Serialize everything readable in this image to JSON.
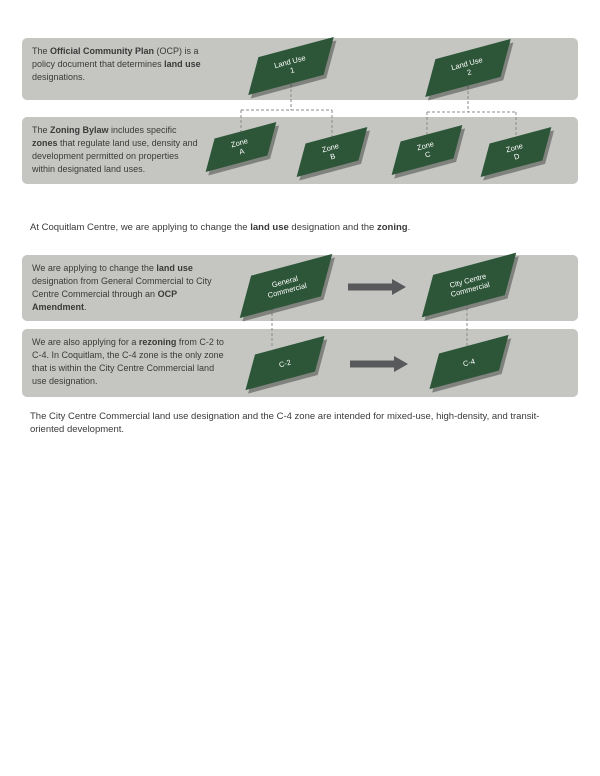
{
  "colors": {
    "band_gray": "#c5c6c2",
    "diamond_green": "#2d5639",
    "diamond_text": "#ffffff",
    "arrow_gray": "#58595b",
    "connector_gray": "#8a8a8a",
    "body_text": "#3a3a3a"
  },
  "band1": {
    "segments": [
      "The ",
      "Official Community Plan",
      " (OCP) is a policy document that determines ",
      "land use",
      " designations."
    ]
  },
  "band2": {
    "segments": [
      "The ",
      "Zoning Bylaw",
      " includes specific ",
      "zones",
      " that regulate land use, density and development permitted on properties within designated land uses."
    ]
  },
  "intro": {
    "segments": [
      "At Coquitlam Centre, we are applying to change the ",
      "land use",
      " designation and the ",
      "zoning",
      "."
    ]
  },
  "band3": {
    "segments": [
      "We are applying to change the ",
      "land use",
      " designation from General Commercial to City Centre Commercial through an ",
      "OCP Amendment",
      "."
    ]
  },
  "band4": {
    "segments": [
      "We are also applying for a ",
      "rezoning",
      " from C-2 to C-4. In Coquitlam, the C-4 zone is the only zone that is within the City Centre Commercial land use designation."
    ]
  },
  "footer": {
    "text": "The City Centre Commercial land use designation and the C-4 zone are intended for mixed-use, high-density, and transit-oriented development."
  },
  "diamonds": {
    "land_use_1": {
      "line1": "Land Use",
      "line2": "1"
    },
    "land_use_2": {
      "line1": "Land Use",
      "line2": "2"
    },
    "zone_a": {
      "line1": "Zone",
      "line2": "A"
    },
    "zone_b": {
      "line1": "Zone",
      "line2": "B"
    },
    "zone_c": {
      "line1": "Zone",
      "line2": "C"
    },
    "zone_d": {
      "line1": "Zone",
      "line2": "D"
    },
    "general_commercial": {
      "line1": "General",
      "line2": "Commercial"
    },
    "city_centre_commercial": {
      "line1": "City Centre",
      "line2": "Commercial"
    },
    "c2": {
      "line1": "C-2"
    },
    "c4": {
      "line1": "C-4"
    }
  }
}
